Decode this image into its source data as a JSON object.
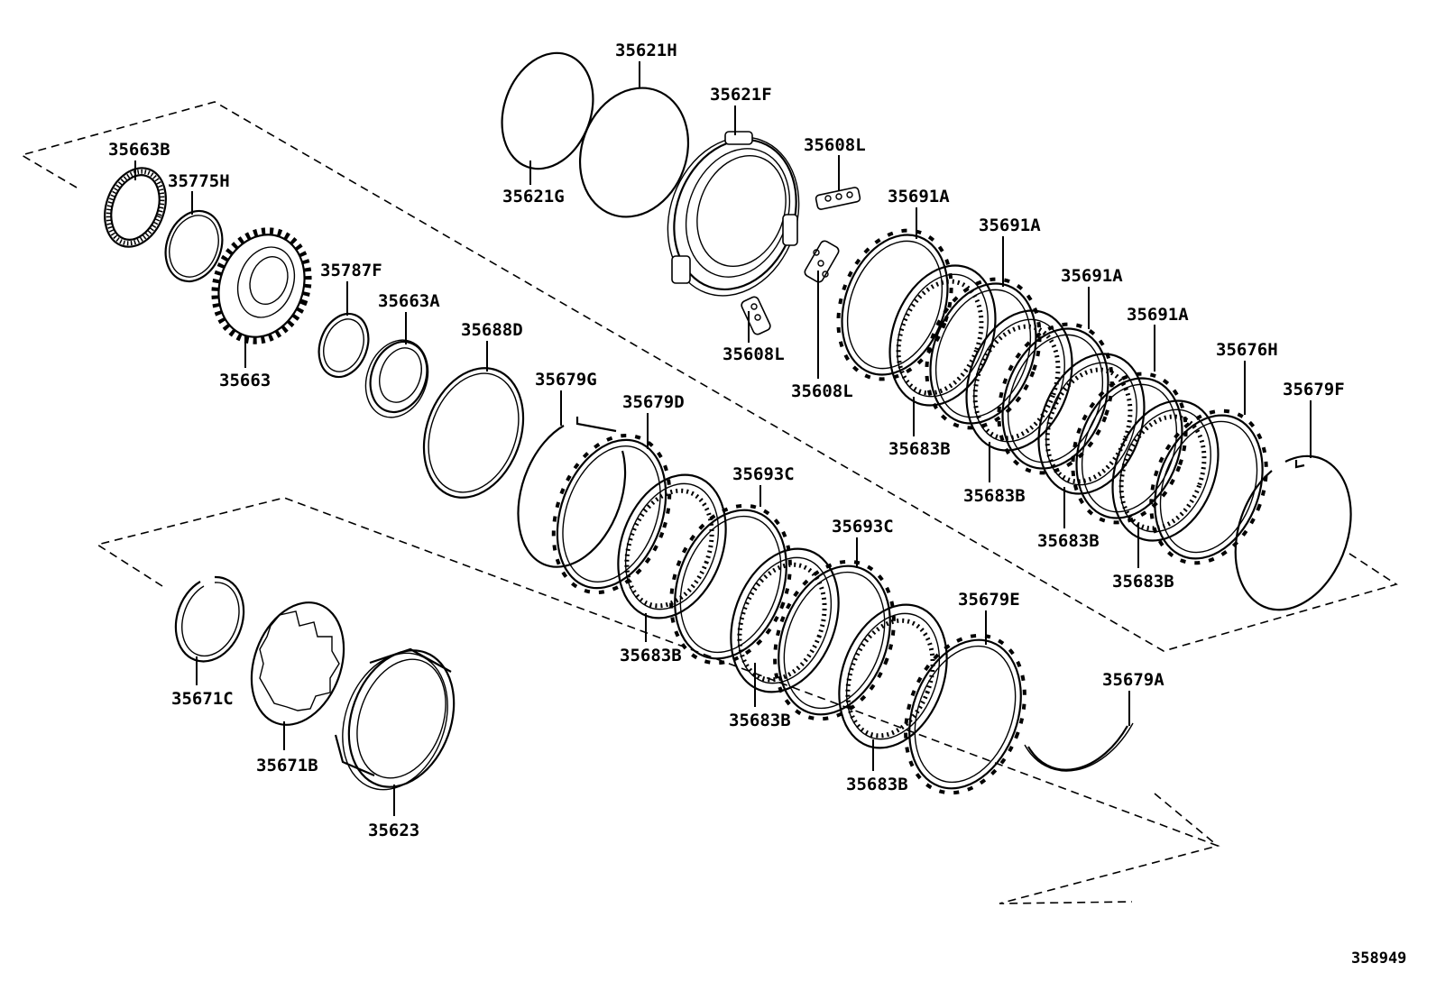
{
  "diagram": {
    "catalog_number": "358949",
    "parts": [
      {
        "id": "p-35621H",
        "label": "35621H"
      },
      {
        "id": "p-35621F",
        "label": "35621F"
      },
      {
        "id": "p-35621G",
        "label": "35621G"
      },
      {
        "id": "p-35663B",
        "label": "35663B"
      },
      {
        "id": "p-35775H",
        "label": "35775H"
      },
      {
        "id": "p-35663",
        "label": "35663"
      },
      {
        "id": "p-35787F",
        "label": "35787F"
      },
      {
        "id": "p-35663A",
        "label": "35663A"
      },
      {
        "id": "p-35608L-a",
        "label": "35608L"
      },
      {
        "id": "p-35608L-b",
        "label": "35608L"
      },
      {
        "id": "p-35608L-c",
        "label": "35608L"
      },
      {
        "id": "p-35691A-a",
        "label": "35691A"
      },
      {
        "id": "p-35691A-b",
        "label": "35691A"
      },
      {
        "id": "p-35691A-c",
        "label": "35691A"
      },
      {
        "id": "p-35691A-d",
        "label": "35691A"
      },
      {
        "id": "p-35676H",
        "label": "35676H"
      },
      {
        "id": "p-35679F",
        "label": "35679F"
      },
      {
        "id": "p-35688D",
        "label": "35688D"
      },
      {
        "id": "p-35679G",
        "label": "35679G"
      },
      {
        "id": "p-35679D",
        "label": "35679D"
      },
      {
        "id": "p-35693C-a",
        "label": "35693C"
      },
      {
        "id": "p-35693C-b",
        "label": "35693C"
      },
      {
        "id": "p-35683B-a",
        "label": "35683B"
      },
      {
        "id": "p-35683B-b",
        "label": "35683B"
      },
      {
        "id": "p-35683B-c",
        "label": "35683B"
      },
      {
        "id": "p-35683B-d",
        "label": "35683B"
      },
      {
        "id": "p-35683B-e",
        "label": "35683B"
      },
      {
        "id": "p-35683B-f",
        "label": "35683B"
      },
      {
        "id": "p-35683B-g",
        "label": "35683B"
      },
      {
        "id": "p-35679E",
        "label": "35679E"
      },
      {
        "id": "p-35679A",
        "label": "35679A"
      },
      {
        "id": "p-35671C",
        "label": "35671C"
      },
      {
        "id": "p-35671B",
        "label": "35671B"
      },
      {
        "id": "p-35623",
        "label": "35623"
      }
    ]
  }
}
